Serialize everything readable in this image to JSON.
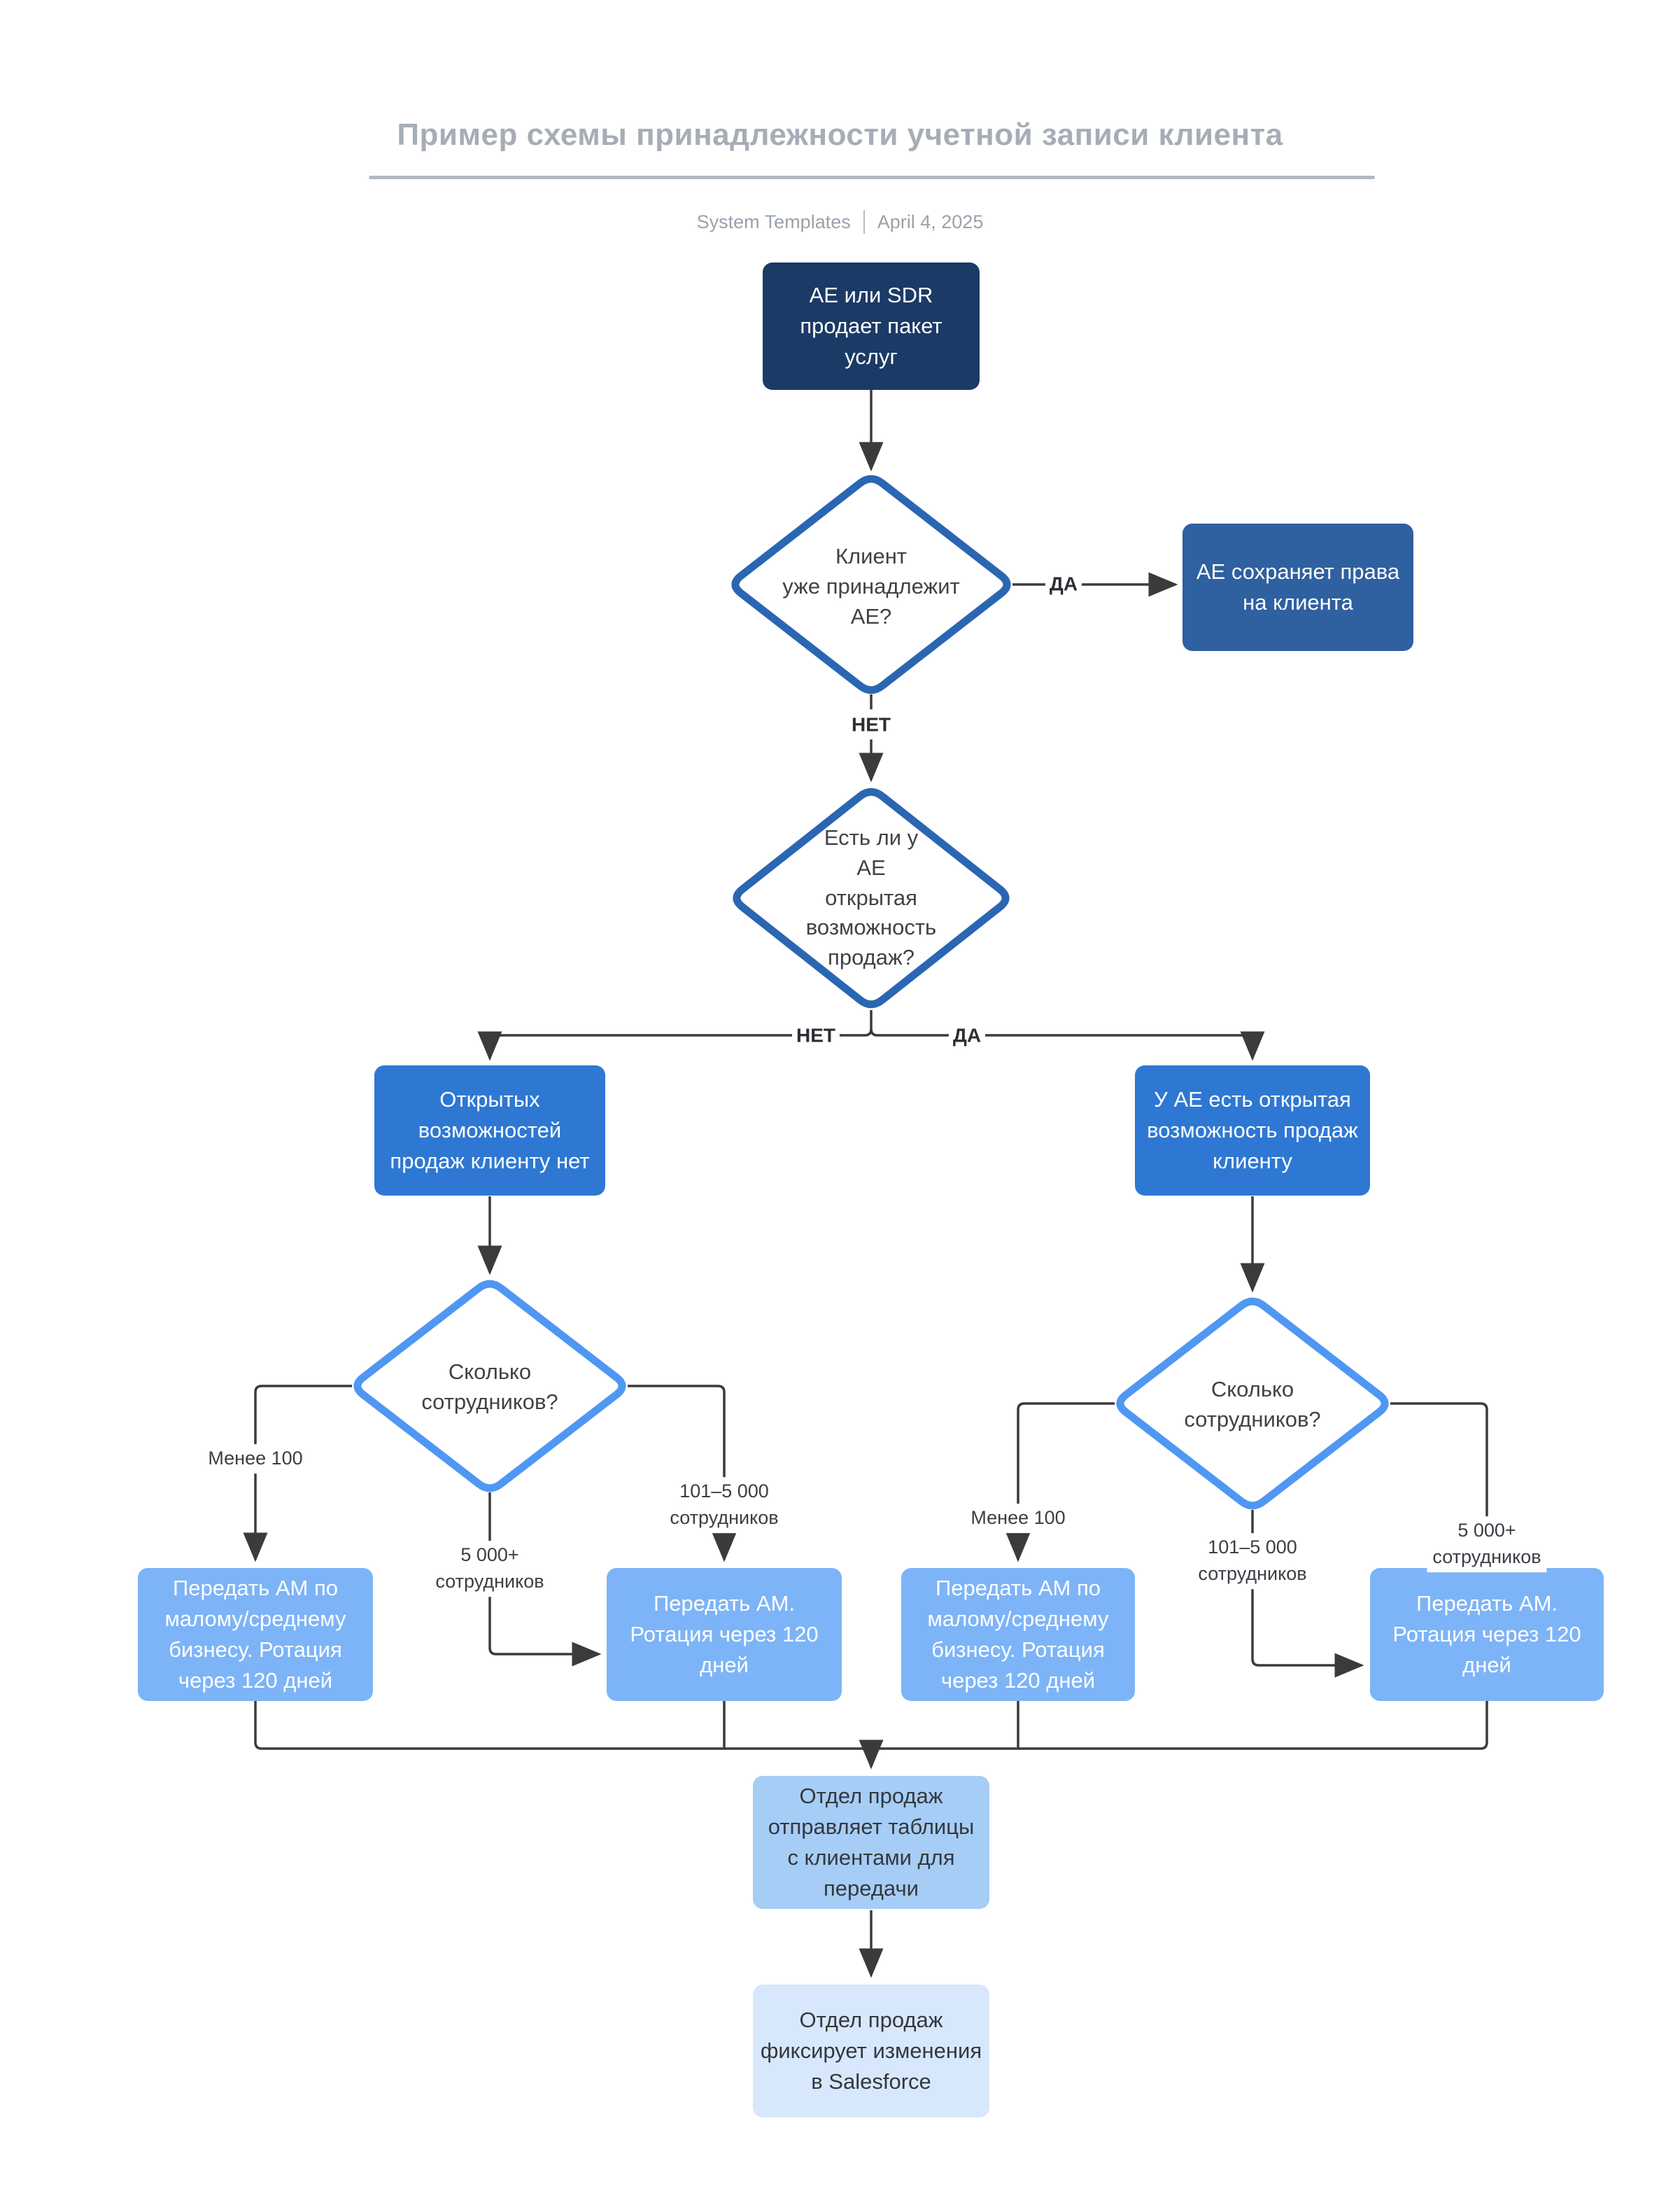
{
  "header": {
    "title": "Пример схемы принадлежности учетной записи клиента",
    "source": "System Templates",
    "date": "April 4, 2025"
  },
  "nodes": {
    "start": "AE или SDR\nпродает пакет\nуслуг",
    "owned_question": "Клиент\nуже принадлежит\nAE?",
    "keep_rights": "AE сохраняет права\nна клиента",
    "open_opp_question": "Есть ли у\nAE\nоткрытая\nвозможность\nпродаж?",
    "no_open_opp": "Открытых\nвозможностей\nпродаж клиенту нет",
    "has_open_opp": "У AE есть открытая\nвозможность продаж\nклиенту",
    "employees_question_left": "Сколько\nсотрудников?",
    "employees_question_right": "Сколько\nсотрудников?",
    "smb_handoff_left": "Передать AM по\nмалому/среднему\nбизнесу. Ротация\nчерез 120 дней",
    "am_handoff_left": "Передать AM.\nРотация через 120\nдней",
    "smb_handoff_right": "Передать AM по\nмалому/среднему\nбизнесу. Ротация\nчерез 120 дней",
    "am_handoff_right": "Передать AM.\nРотация через 120\nдней",
    "send_tables": "Отдел продаж\nотправляет таблицы\nс клиентами для\nпередачи",
    "record_salesforce": "Отдел продаж\nфиксирует изменения\nв Salesforce"
  },
  "edge_labels": {
    "owned_yes": "ДА",
    "owned_no": "НЕТ",
    "opp_no": "НЕТ",
    "opp_yes": "ДА",
    "left_lt100": "Менее 100",
    "left_5000plus": "5 000+\nсотрудников",
    "left_101_5000": "101–5 000\nсотрудников",
    "right_lt100": "Менее 100",
    "right_101_5000": "101–5 000\nсотрудников",
    "right_5000plus": "5 000+\nсотрудников"
  },
  "colors": {
    "start_fill": "#1b3a66",
    "decision_border_primary": "#2b66b3",
    "decision_border_secondary": "#4f97f2",
    "keep_fill": "#2f609f",
    "branch_fill": "#2e78d3",
    "leaf_fill": "#7db4f7",
    "send_fill": "#a6cdf5",
    "record_fill": "#d8e8fc",
    "line": "#3b3b3b",
    "title_gray": "#a7adb7"
  }
}
